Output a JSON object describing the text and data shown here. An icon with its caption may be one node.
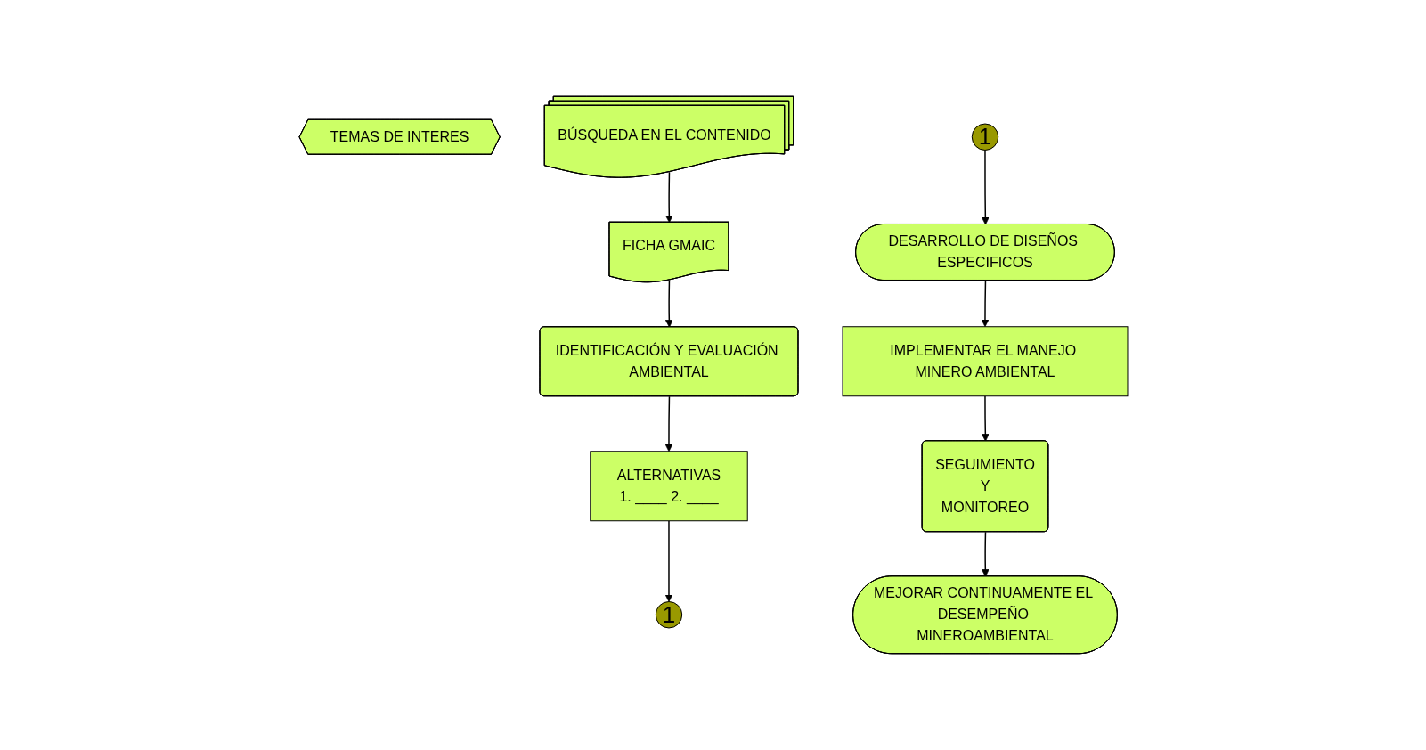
{
  "diagram": {
    "nodes": [
      {
        "text": [
          "TEMAS DE INTERES"
        ]
      },
      {
        "text": [
          "BÚSQUEDA EN EL CONTENIDO"
        ]
      },
      {
        "text": [
          "FICHA GMAIC"
        ]
      },
      {
        "text": [
          "IDENTIFICACIÓN Y EVALUACIÓN AMBIENTAL"
        ]
      },
      {
        "text": [
          "ALTERNATIVAS",
          "1. ____ 2. ____"
        ]
      },
      {
        "text": [
          "1"
        ]
      },
      {
        "text": [
          "1"
        ]
      },
      {
        "text": [
          "DESARROLLO DE DISEÑOS ESPECIFICOS"
        ]
      },
      {
        "text": [
          "IMPLEMENTAR EL MANEJO MINERO AMBIENTAL"
        ]
      },
      {
        "text": [
          "SEGUIMIENTO",
          "Y",
          "MONITOREO"
        ]
      },
      {
        "text": [
          "MEJORAR CONTINUAMENTE EL DESEMPEÑO MINEROAMBIENTAL"
        ]
      }
    ],
    "edges": [
      {
        "from": 1,
        "to": 2,
        "arrow": "to"
      },
      {
        "from": 2,
        "to": 3,
        "arrow": "to"
      },
      {
        "from": 3,
        "to": 4,
        "arrow": "to"
      },
      {
        "from": 4,
        "to": 5,
        "arrow": "to"
      },
      {
        "from": 6,
        "to": 7,
        "arrow": "to"
      },
      {
        "from": 7,
        "to": 8,
        "arrow": "to"
      },
      {
        "from": 8,
        "to": 9,
        "arrow": "to"
      },
      {
        "from": 9,
        "to": 10,
        "arrow": "to"
      }
    ]
  }
}
